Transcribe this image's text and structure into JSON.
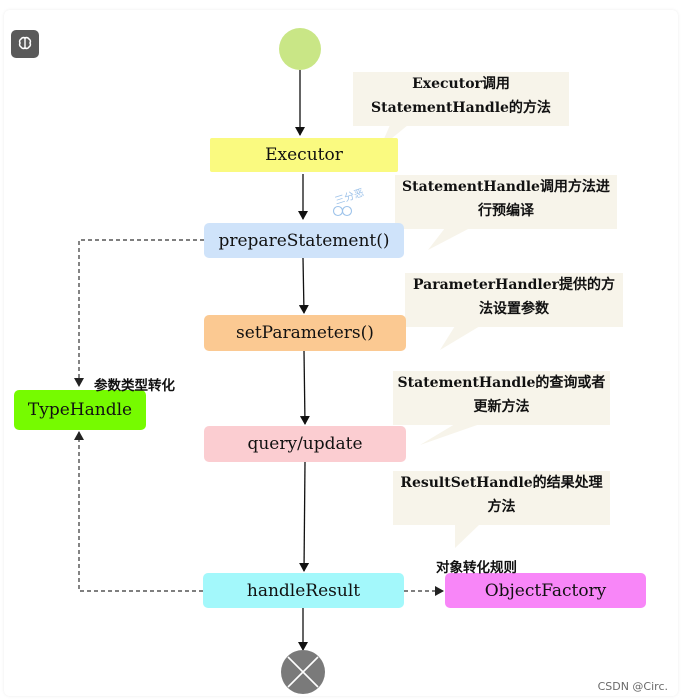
{
  "nodes": {
    "executor": "Executor",
    "prepare": "prepareStatement()",
    "set_params": "setParameters()",
    "query": "query/update",
    "handle_result": "handleResult",
    "type_handle": "TypeHandle",
    "object_factory": "ObjectFactory"
  },
  "notes": {
    "n1": {
      "line1": "Executor调用",
      "line2": "StatementHandle的方法"
    },
    "n2": {
      "line1": "StatementHandle调用方法进",
      "line2": "行预编译"
    },
    "n3": {
      "line1": "ParameterHandler提供的方",
      "line2": "法设置参数"
    },
    "n4": {
      "line1": "StatementHandle的查询或者",
      "line2": "更新方法"
    },
    "n5": {
      "line1": "ResultSetHandle的结果处理",
      "line2": "方法"
    }
  },
  "labels": {
    "type_conversion": "参数类型转化",
    "object_rule": "对象转化规则"
  },
  "watermark": "CSDN @Circ.",
  "stamp_text": "三分恶",
  "icons": {
    "brain": "brain-icon",
    "start": "start-node-icon",
    "end": "end-node-icon",
    "stamp": "stamp-face-icon"
  },
  "colors": {
    "start": "#c9e686",
    "executor": "#fafa80",
    "prepare": "#cfe3fa",
    "set_params": "#fbc992",
    "query": "#fbcdd1",
    "handle_result": "#a3f8fb",
    "type_handle": "#76fb00",
    "object_factory": "#f886f8",
    "note": "#f7f4ea",
    "end": "#7a7a7a"
  }
}
